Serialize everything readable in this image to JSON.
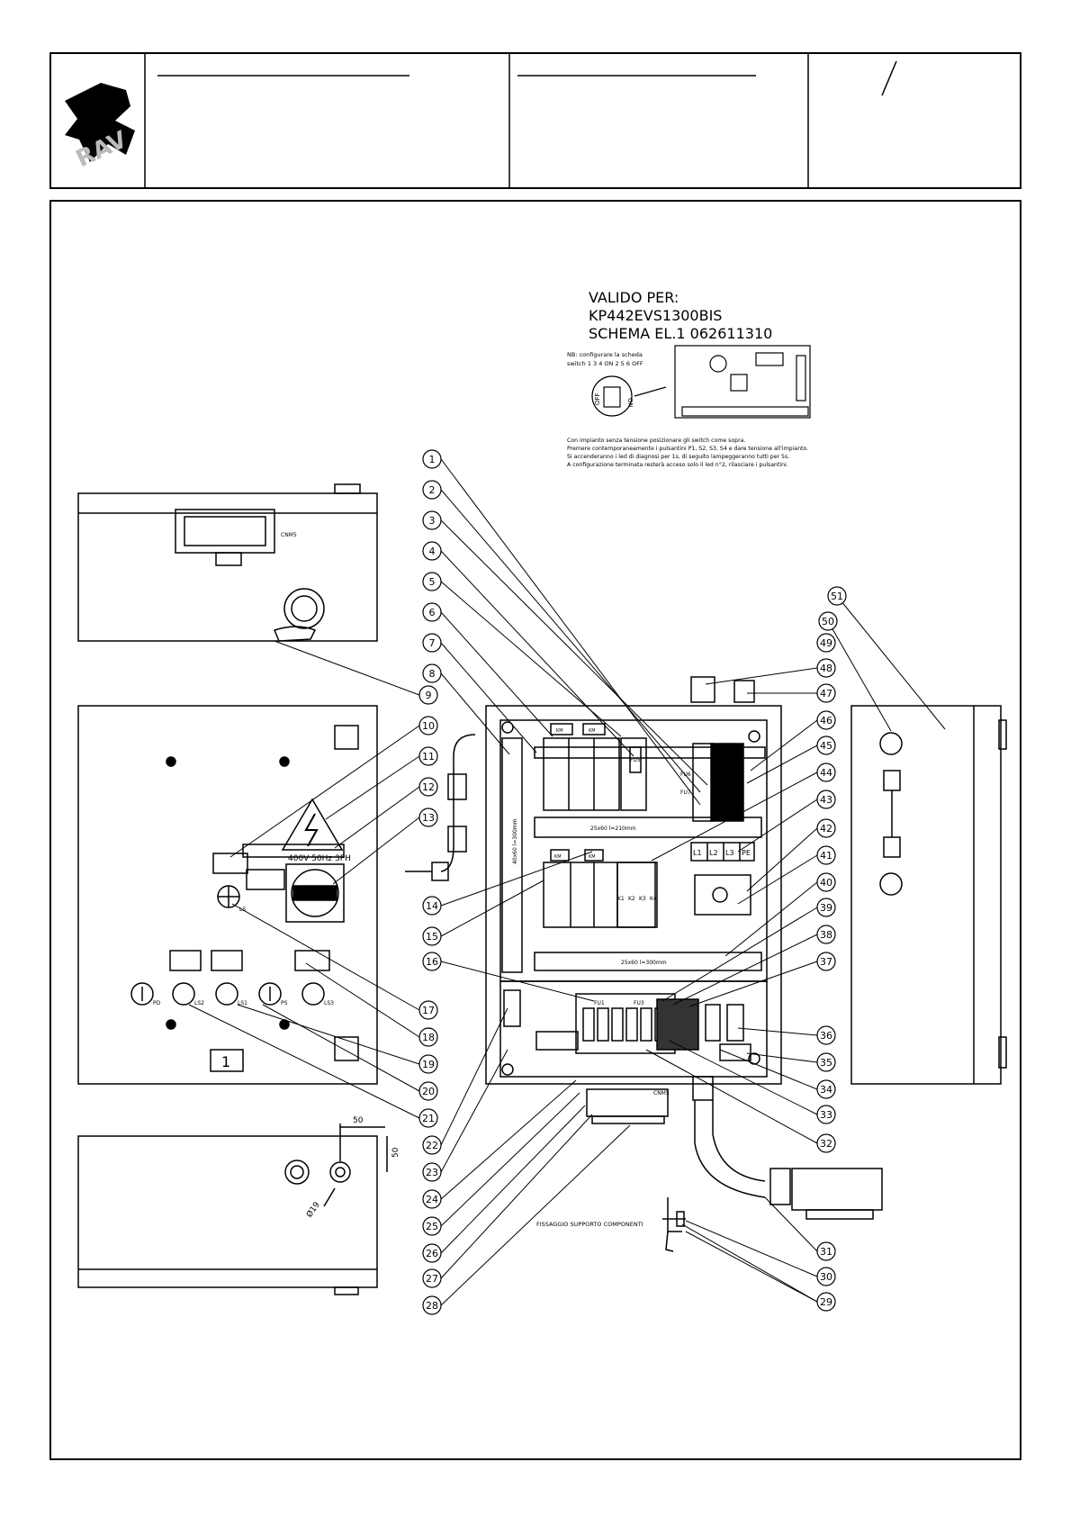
{
  "header": {
    "logo_text": "RAV"
  },
  "validity": {
    "title": "VALIDO PER:",
    "model": "KP442EVS1300BIS",
    "schema": "SCHEMA EL.1 062611310"
  },
  "board_note": {
    "nb_line1": "NB: configurare la scheda",
    "nb_line2": "switch 1 3 4 ON 2 5 6 OFF",
    "switch_left": "OFF",
    "switch_right": "ON",
    "instructions": [
      "Con impianto senza tensione posizionare gli switch come sopra.",
      "Premere contemporaneamente i pulsantini P1, S2, S3, S4 e dare tensione all'impianto.",
      "Si accenderanno i led di diagnosi per 1s, di seguito lampeggeranno tutti per 5s.",
      "A configurazione terminata resterà acceso solo il led n°2, rilasciare i pulsantini."
    ]
  },
  "labels": {
    "cnm5": "CNM5",
    "warning_sign": "400V 50Hz 3PH",
    "panel_number": "1",
    "dim_w": "50",
    "dim_h": "50",
    "dim_d": "Ø19",
    "rail_top": "25x60 l=210mm",
    "rail_bottom": "25x60 l=300mm",
    "rail_vertical": "40x60 l=300mm",
    "fixing": "FISSAGGIO SUPPORTO COMPONENTI",
    "fu1": "FU1",
    "fu3": "FU3",
    "fu5": "FU5",
    "fu6": "FU6",
    "fu7": "FU7",
    "k_labels": [
      "K1",
      "K2",
      "K3",
      "K4"
    ],
    "terminals": [
      "L1",
      "L2",
      "L3",
      "PE"
    ],
    "pb_labels": [
      "PD",
      "LS2",
      "LS1",
      "PS",
      "LS3"
    ],
    "ls": "LS",
    "km": "KM"
  },
  "callouts": [
    "1",
    "2",
    "3",
    "4",
    "5",
    "6",
    "7",
    "8",
    "9",
    "10",
    "11",
    "12",
    "13",
    "14",
    "15",
    "16",
    "17",
    "18",
    "19",
    "20",
    "21",
    "22",
    "23",
    "24",
    "25",
    "26",
    "27",
    "28",
    "29",
    "30",
    "31",
    "32",
    "33",
    "34",
    "35",
    "36",
    "37",
    "38",
    "39",
    "40",
    "41",
    "42",
    "43",
    "44",
    "45",
    "46",
    "47",
    "48",
    "49",
    "50",
    "51"
  ]
}
